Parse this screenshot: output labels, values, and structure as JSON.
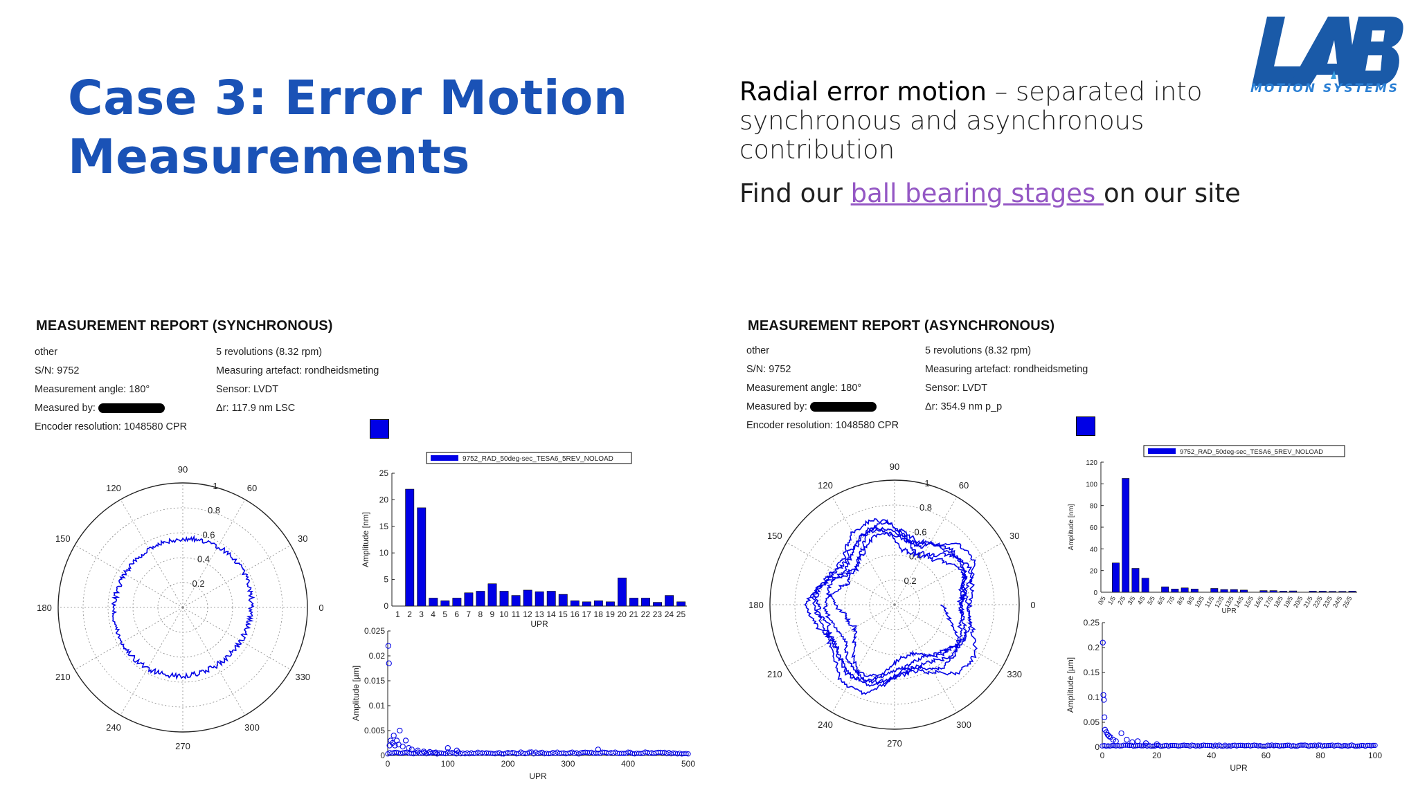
{
  "slide": {
    "title_line1": "Case 3: Error Motion",
    "title_line2": "Measurements",
    "desc_strong": "Radial error motion",
    "desc_rest": " – separated into synchronous and asynchronous contribution",
    "find_prefix": "Find our ",
    "find_link": "ball bearing stages ",
    "find_suffix": "on our site",
    "logo_text": "MOTION SYSTEMS",
    "logo_mark": "LAB"
  },
  "colors": {
    "title": "#1a52b6",
    "bars": "#0000e6",
    "link": "#9457c4",
    "logo": "#1a5aa8"
  },
  "reports": [
    {
      "id": "sync",
      "title": "MEASUREMENT REPORT (SYNCHRONOUS)",
      "left_meta": [
        "other",
        "S/N: 9752",
        "Measurement angle: 180°",
        "Measured by:",
        "Encoder resolution: 1048580 CPR"
      ],
      "right_meta": [
        "5 revolutions (8.32 rpm)",
        "Measuring artefact: rondheidsmeting",
        "Sensor: LVDT",
        "Δr: 117.9 nm LSC"
      ]
    },
    {
      "id": "async",
      "title": "MEASUREMENT REPORT (ASYNCHRONOUS)",
      "left_meta": [
        "other",
        "S/N: 9752",
        "Measurement angle: 180°",
        "Measured by:",
        "Encoder resolution: 1048580 CPR"
      ],
      "right_meta": [
        "5 revolutions (8.32 rpm)",
        "Measuring artefact: rondheidsmeting",
        "Sensor: LVDT",
        "Δr: 354.9 nm p_p"
      ]
    }
  ],
  "chart_data": [
    {
      "type": "polar",
      "id": "sync-polar",
      "angle_labels": [
        "90",
        "60",
        "30",
        "0",
        "330",
        "300",
        "270",
        "240",
        "210",
        "180",
        "150",
        "120"
      ],
      "radial_ticks": [
        "0.2",
        "0.4",
        "0.6",
        "0.8",
        "1"
      ],
      "rlim": [
        0,
        1
      ],
      "mean_radius": 0.55,
      "noise": 0.02
    },
    {
      "type": "bar",
      "id": "sync-bar",
      "legend": "9752_RAD_50deg-sec_TESA6_5REV_NOLOAD",
      "ylabel": "Amplitude [nm]",
      "xlabel": "UPR",
      "categories": [
        "1",
        "2",
        "3",
        "4",
        "5",
        "6",
        "7",
        "8",
        "9",
        "10",
        "11",
        "12",
        "13",
        "14",
        "15",
        "16",
        "17",
        "18",
        "19",
        "20",
        "21",
        "22",
        "23",
        "24",
        "25"
      ],
      "values": [
        0,
        22,
        18.5,
        1.5,
        1,
        1.5,
        2.5,
        2.8,
        4.2,
        2.8,
        2,
        3,
        2.7,
        2.8,
        2.2,
        1,
        0.8,
        1,
        0.8,
        5.3,
        1.5,
        1.5,
        0.7,
        2,
        0.8
      ],
      "ylim": [
        0,
        25
      ],
      "yticks": [
        "0",
        "5",
        "10",
        "15",
        "20",
        "25"
      ]
    },
    {
      "type": "scatter",
      "id": "sync-scatter",
      "ylabel": "Amplitude [µm]",
      "xlabel": "UPR",
      "xlim": [
        0,
        500
      ],
      "ylim": [
        0,
        0.025
      ],
      "xticks": [
        "0",
        "100",
        "200",
        "300",
        "400",
        "500"
      ],
      "yticks": [
        "0",
        "0.005",
        "0.01",
        "0.015",
        "0.02",
        "0.025"
      ],
      "points": [
        [
          1,
          0.022
        ],
        [
          2,
          0.0185
        ],
        [
          3,
          0.002
        ],
        [
          5,
          0.003
        ],
        [
          8,
          0.0025
        ],
        [
          10,
          0.004
        ],
        [
          12,
          0.002
        ],
        [
          15,
          0.003
        ],
        [
          18,
          0.0022
        ],
        [
          20,
          0.005
        ],
        [
          25,
          0.0018
        ],
        [
          30,
          0.003
        ],
        [
          35,
          0.0015
        ],
        [
          40,
          0.0012
        ],
        [
          50,
          0.001
        ],
        [
          60,
          0.0008
        ],
        [
          70,
          0.0007
        ],
        [
          80,
          0.0006
        ],
        [
          100,
          0.0015
        ],
        [
          115,
          0.001
        ],
        [
          350,
          0.0012
        ]
      ],
      "floor": 0.0005
    },
    {
      "type": "polar",
      "id": "async-polar",
      "angle_labels": [
        "90",
        "60",
        "30",
        "0",
        "330",
        "300",
        "270",
        "240",
        "210",
        "180",
        "150",
        "120"
      ],
      "radial_ticks": [
        "0.2",
        "0.4",
        "0.6",
        "0.8",
        "1"
      ],
      "rlim": [
        0,
        1
      ],
      "mean_radius": 0.58,
      "noise": 0.1,
      "revolutions": 5
    },
    {
      "type": "bar",
      "id": "async-bar",
      "legend": "9752_RAD_50deg-sec_TESA6_5REV_NOLOAD",
      "ylabel": "Amplitude [nm]",
      "xlabel": "UPR",
      "categories": [
        "0/5",
        "1/5",
        "2/5",
        "3/5",
        "4/5",
        "5/5",
        "6/5",
        "7/5",
        "8/5",
        "9/5",
        "10/5",
        "11/5",
        "12/5",
        "13/5",
        "14/5",
        "15/5",
        "16/5",
        "17/5",
        "18/5",
        "19/5",
        "20/5",
        "21/5",
        "22/5",
        "23/5",
        "24/5",
        "25/5"
      ],
      "values": [
        0,
        27,
        105,
        22,
        13,
        0,
        5,
        3,
        4,
        3,
        0,
        3.5,
        2.5,
        2.5,
        2,
        0,
        1.5,
        1.5,
        1,
        1.2,
        0,
        1,
        1,
        0.8,
        0.8,
        1
      ],
      "ylim": [
        0,
        120
      ],
      "yticks": [
        "0",
        "20",
        "40",
        "60",
        "80",
        "100",
        "120"
      ]
    },
    {
      "type": "scatter",
      "id": "async-scatter",
      "ylabel": "Amplitude [µm]",
      "xlabel": "UPR",
      "xlim": [
        0,
        100
      ],
      "ylim": [
        0,
        0.25
      ],
      "xticks": [
        "0",
        "20",
        "40",
        "60",
        "80",
        "100"
      ],
      "yticks": [
        "0",
        "0.05",
        "0.1",
        "0.15",
        "0.2",
        "0.25"
      ],
      "points": [
        [
          0.2,
          0.21
        ],
        [
          0.4,
          0.105
        ],
        [
          0.6,
          0.095
        ],
        [
          0.8,
          0.06
        ],
        [
          1,
          0.035
        ],
        [
          1.5,
          0.03
        ],
        [
          2,
          0.025
        ],
        [
          2.5,
          0.022
        ],
        [
          3,
          0.02
        ],
        [
          4,
          0.015
        ],
        [
          5,
          0.012
        ],
        [
          7,
          0.028
        ],
        [
          9,
          0.015
        ],
        [
          11,
          0.01
        ],
        [
          13,
          0.012
        ],
        [
          16,
          0.008
        ],
        [
          20,
          0.006
        ]
      ],
      "floor": 0.003
    }
  ]
}
